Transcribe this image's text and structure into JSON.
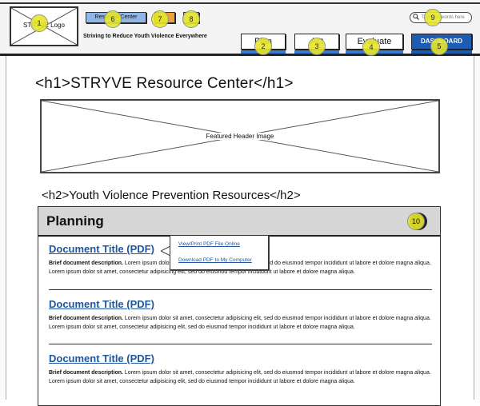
{
  "header": {
    "logo_text": "STRYVE Logo",
    "chips": [
      "Resource Center",
      "",
      ""
    ],
    "tagline": "Striving to Reduce Youth Violence Everywhere",
    "search_placeholder": "Type keywords here"
  },
  "nav": {
    "items": [
      {
        "label": "Plan",
        "marker": "2"
      },
      {
        "label": "Act",
        "marker": "3"
      },
      {
        "label": "Evaluate",
        "marker": "4"
      },
      {
        "label": "DASHBOARD",
        "marker": "5"
      }
    ]
  },
  "markers": {
    "logo": "1",
    "resource_center": "6",
    "orange_chip": "7",
    "gray_chip": "8",
    "search": "9",
    "panel_toggle": "10"
  },
  "page": {
    "h1": "<h1>STRYVE Resource Center</h1>",
    "hero_label": "Featured Header Image",
    "h2": "<h2>Youth Violence Prevention Resources</h2>"
  },
  "panel": {
    "title": "Planning",
    "documents": [
      {
        "title": "Document Title (PDF)",
        "desc_bold": "Brief document description.",
        "desc_text": " Lorem ipsum dolor sit amet, consectetur adipisicing elit, sed do eiusmod tempor incididunt ut labore et dolore magna aliqua. Lorem ipsum dolor sit amet, consectetur adipisicing elit, sed do eiusmod tempor incididunt ut labore et dolore magna aliqua."
      },
      {
        "title": "Document Title (PDF)",
        "desc_bold": "Brief document description.",
        "desc_text": " Lorem ipsum dolor sit amet, consectetur adipisicing elit, sed do eiusmod tempor incididunt ut labore et dolore magna aliqua. Lorem ipsum dolor sit amet, consectetur adipisicing elit, sed do eiusmod tempor incididunt ut labore et dolore magna aliqua."
      },
      {
        "title": "Document Title (PDF)",
        "desc_bold": "Brief document description.",
        "desc_text": " Lorem ipsum dolor sit amet, consectetur adipisicing elit, sed do eiusmod tempor incididunt ut labore et dolore magna aliqua. Lorem ipsum dolor sit amet, consectetur adipisicing elit, sed do eiusmod tempor incididunt ut labore et dolore magna aliqua."
      }
    ]
  },
  "popup": {
    "view_link": "View/Print PDF File Online",
    "download_link": "Download PDF to My Computer"
  },
  "colors": {
    "link_blue": "#1e56a0",
    "nav_accent": "#3a7bd5",
    "dashboard": "#1e5cb3",
    "marker_yellow": "#e6e62a"
  }
}
